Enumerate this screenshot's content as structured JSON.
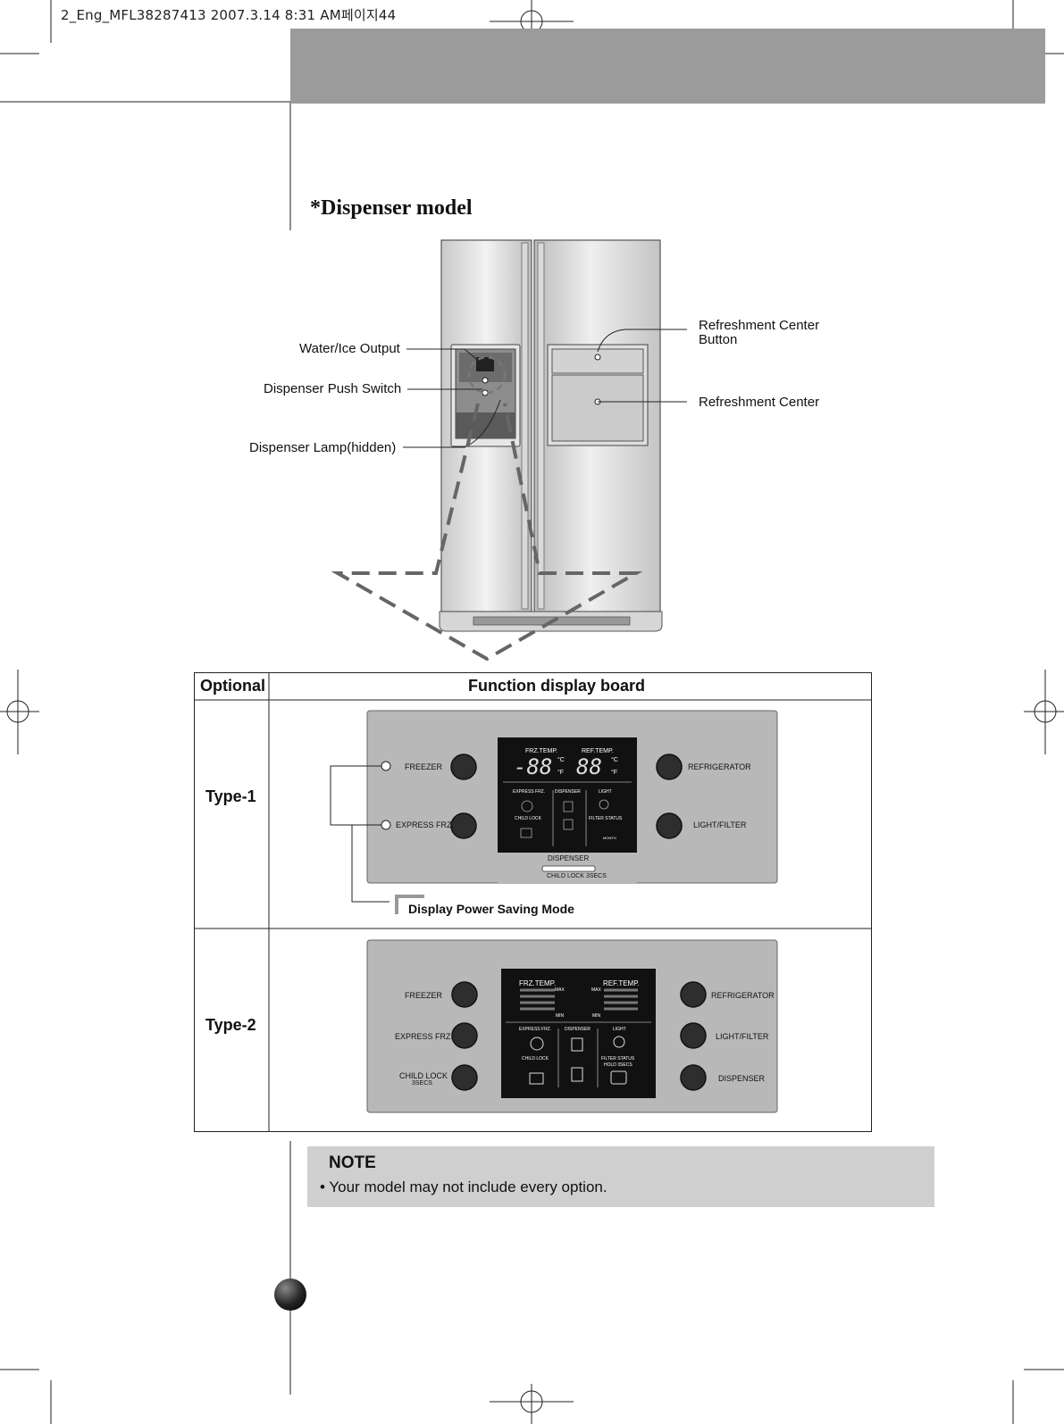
{
  "header": {
    "file_stamp": "2_Eng_MFL38287413 2007.3.14 8:31 AM페이지44"
  },
  "section": {
    "title": "*Dispenser model"
  },
  "callouts": {
    "water_ice_output": "Water/Ice Output",
    "dispenser_push_switch": "Dispenser Push Switch",
    "dispenser_lamp": "Dispenser Lamp(hidden)",
    "refreshment_center_button_line1": "Refreshment Center",
    "refreshment_center_button_line2": "Button",
    "refreshment_center": "Refreshment Center"
  },
  "table": {
    "col_optional": "Optional",
    "col_function": "Function display board",
    "type1": {
      "label": "Type-1",
      "left_buttons": [
        "FREEZER",
        "EXPRESS FRZ."
      ],
      "right_buttons": [
        "REFRIGERATOR",
        "LIGHT/FILTER"
      ],
      "lcd": {
        "frz_temp": "FRZ.TEMP.",
        "ref_temp": "REF.TEMP.",
        "frz_digits": "-88",
        "ref_digits": "88",
        "unit_c": "°C",
        "unit_f": "°F",
        "express_frz": "EXPRESS FRZ.",
        "dispenser": "DISPENSER",
        "light": "LIGHT",
        "child_lock": "CHILD LOCK",
        "filter_status": "FILTER STATUS",
        "month": "MONTH"
      },
      "bottom_dispenser": "DISPENSER",
      "bottom_child_lock": "CHILD LOCK 3SECS",
      "power_saving": "Display Power Saving Mode"
    },
    "type2": {
      "label": "Type-2",
      "left_buttons": [
        "FREEZER",
        "EXPRESS FRZ.",
        "CHILD LOCK"
      ],
      "left_sub": "3SECS",
      "right_buttons": [
        "REFRIGERATOR",
        "LIGHT/FILTER",
        "DISPENSER"
      ],
      "lcd": {
        "frz_temp": "FRZ.TEMP.",
        "ref_temp": "REF.TEMP.",
        "max": "MAX",
        "min": "MIN",
        "express_frz": "EXPRESS FRZ.",
        "dispenser": "DISPENSER",
        "light": "LIGHT",
        "child_lock": "CHILD LOCK",
        "filter_status": "FILTER STATUS",
        "hold": "HOLD 3SECS"
      }
    }
  },
  "note": {
    "title": "NOTE",
    "body": "• Your model may not include every option."
  },
  "colors": {
    "banner": "#9b9b9b",
    "note_bg": "#cfcfcf",
    "panel": "#b8b8b8",
    "lcd": "#111111"
  }
}
